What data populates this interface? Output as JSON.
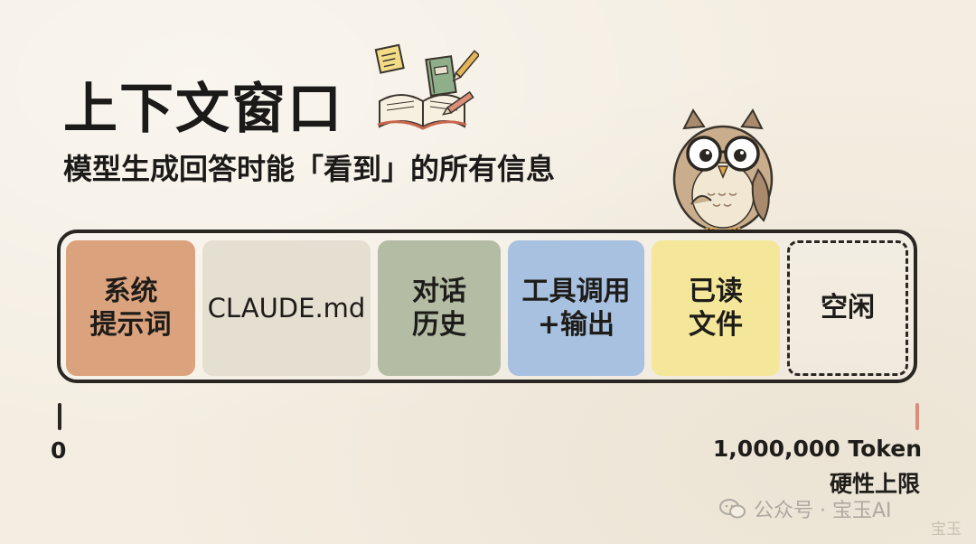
{
  "title": "上下文窗口",
  "subtitle": "模型生成回答时能「看到」的所有信息",
  "window": {
    "segments": [
      {
        "label": "系统\n提示词",
        "color": "#dba27e"
      },
      {
        "label": "CLAUDE.md",
        "color": "#e5dfd1"
      },
      {
        "label": "对话\n历史",
        "color": "#b4bca4"
      },
      {
        "label": "工具调用\n+输出",
        "color": "#a8c1e0"
      },
      {
        "label": "已读\n文件",
        "color": "#f4e79a"
      },
      {
        "label": "空闲",
        "color": "transparent"
      }
    ]
  },
  "axis": {
    "start_label": "0",
    "end_label": "1,000,000 Token",
    "end_note": "硬性上限"
  },
  "watermark": {
    "text": "公众号 · 宝玉AI",
    "corner": "宝玉"
  },
  "icons": {
    "books": "books-icon",
    "owl": "owl-icon",
    "wechat": "wechat-icon"
  }
}
